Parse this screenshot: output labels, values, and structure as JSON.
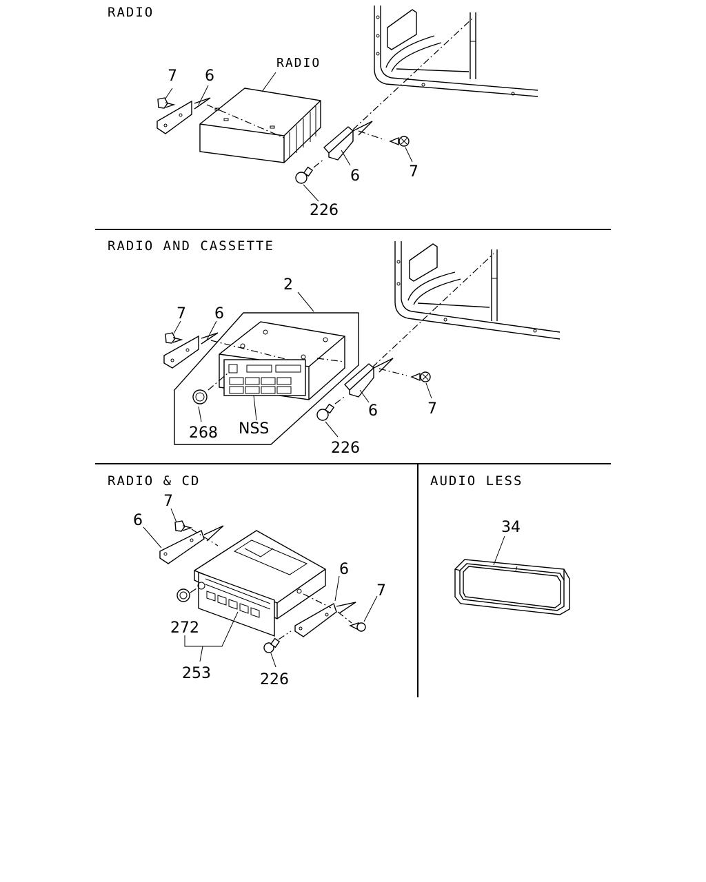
{
  "sections": [
    {
      "title": "RADIO",
      "callouts": {
        "unit": "RADIO",
        "screw_left": "7",
        "bracket_left": "6",
        "bracket_right": "6",
        "screw_right": "7",
        "bolt": "226"
      }
    },
    {
      "title": "RADIO AND CASSETTE",
      "callouts": {
        "assembly": "2",
        "screw_left": "7",
        "bracket_left": "6",
        "knob": "268",
        "face": "NSS",
        "bracket_right": "6",
        "screw_right": "7",
        "bolt": "226"
      }
    },
    {
      "title": "RADIO & CD",
      "callouts": {
        "screw_left": "7",
        "bracket_left": "6",
        "knob": "272",
        "assembly": "253",
        "bracket_right": "6",
        "screw_right": "7",
        "bolt": "226"
      }
    },
    {
      "title": "AUDIO LESS",
      "callouts": {
        "bezel": "34"
      }
    }
  ]
}
